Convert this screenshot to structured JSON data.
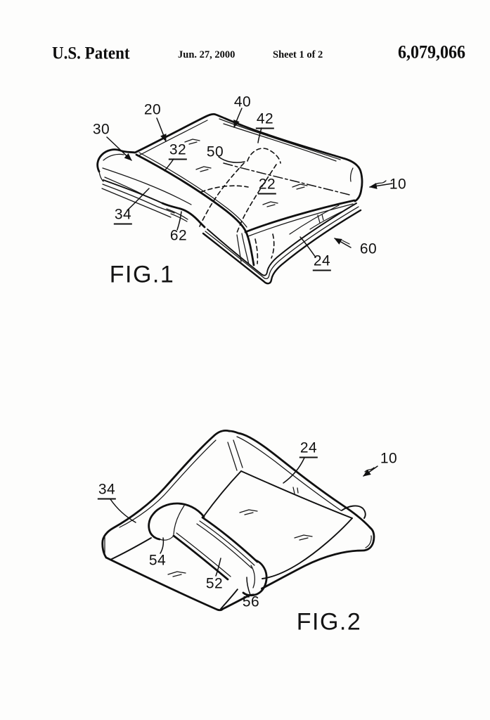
{
  "header": {
    "title": "U.S. Patent",
    "date": "Jun. 27, 2000",
    "sheet": "Sheet 1 of 2",
    "patent_number": "6,079,066"
  },
  "figure1": {
    "caption": "FIG.1",
    "labels": [
      {
        "text": "20",
        "underline": false
      },
      {
        "text": "30",
        "underline": false
      },
      {
        "text": "40",
        "underline": false
      },
      {
        "text": "42",
        "underline": true
      },
      {
        "text": "32",
        "underline": true
      },
      {
        "text": "50",
        "underline": false
      },
      {
        "text": "22",
        "underline": true
      },
      {
        "text": "10",
        "underline": false
      },
      {
        "text": "34",
        "underline": true
      },
      {
        "text": "62",
        "underline": false
      },
      {
        "text": "24",
        "underline": true
      },
      {
        "text": "60",
        "underline": false
      }
    ]
  },
  "figure2": {
    "caption": "FIG.2",
    "labels": [
      {
        "text": "24",
        "underline": true
      },
      {
        "text": "10",
        "underline": false
      },
      {
        "text": "34",
        "underline": true
      },
      {
        "text": "54",
        "underline": false
      },
      {
        "text": "52",
        "underline": false
      },
      {
        "text": "56",
        "underline": false
      }
    ]
  }
}
